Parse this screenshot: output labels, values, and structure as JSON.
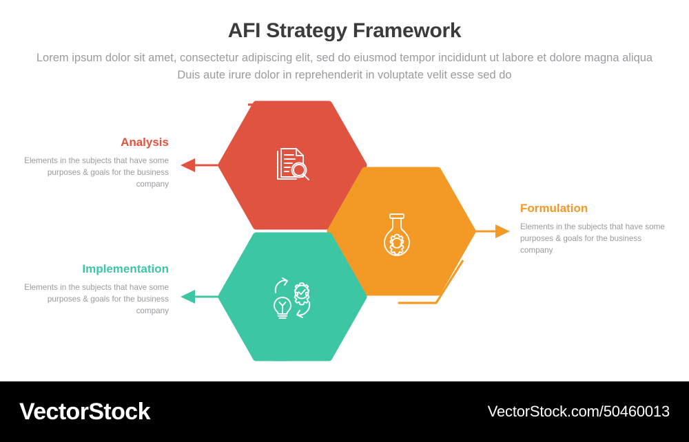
{
  "header": {
    "title": "AFI Strategy Framework",
    "subtitle": "Lorem ipsum dolor sit amet, consectetur adipiscing elit, sed do eiusmod tempor incididunt ut labore et dolore magna aliqua Duis aute irure dolor in reprehenderit in voluptate velit esse sed do"
  },
  "colors": {
    "analysis": "#df5340",
    "formulation": "#f39a26",
    "implementation": "#3dc6a4",
    "title": "#3b3b3b",
    "body_text": "#9a9a9e",
    "background": "#ffffff",
    "footer_bg": "#000000"
  },
  "nodes": [
    {
      "id": "analysis",
      "title": "Analysis",
      "description": "Elements in the subjects that have  some purposes & goals for the  business company",
      "color": "#df5340",
      "icon": "document-search-icon",
      "align": "left",
      "arrow_direction": "left"
    },
    {
      "id": "formulation",
      "title": "Formulation",
      "description": "Elements in the subjects that have  some purposes & goals for the  business company",
      "color": "#f39a26",
      "icon": "flask-gear-icon",
      "align": "right",
      "arrow_direction": "right"
    },
    {
      "id": "implementation",
      "title": "Implementation",
      "description": "Elements in the subjects that have  some purposes & goals for the  business company",
      "color": "#3dc6a4",
      "icon": "lightbulb-gear-cycle-icon",
      "align": "left",
      "arrow_direction": "left"
    }
  ],
  "watermark": {
    "logo": "VectorStock",
    "url": "VectorStock.com/50460013"
  }
}
